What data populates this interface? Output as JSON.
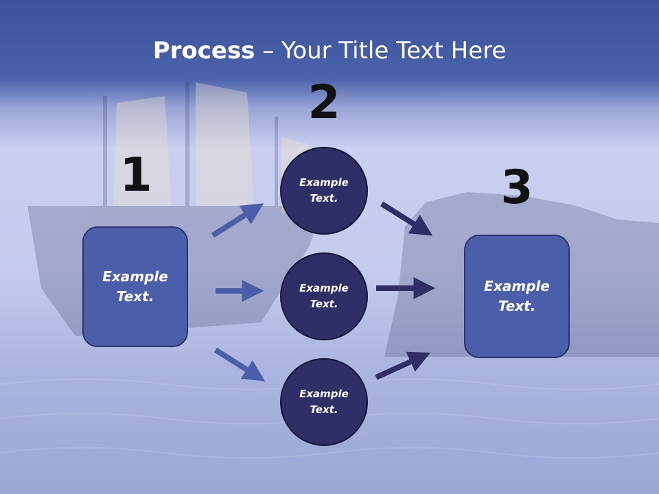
{
  "slide": {
    "title_bold": "Process",
    "title_rest": " – Your Title Text Here"
  },
  "steps": [
    {
      "number": "1",
      "items": [
        "Example Text."
      ]
    },
    {
      "number": "2",
      "items": [
        "Example Text.",
        "Example Text.",
        "Example Text."
      ]
    },
    {
      "number": "3",
      "items": [
        "Example Text."
      ]
    }
  ],
  "colors": {
    "box_fill": "#4a5eaa",
    "circle_fill": "#2f2e66",
    "arrow_left": "#4a5eaa",
    "arrow_right": "#2f2e66"
  }
}
